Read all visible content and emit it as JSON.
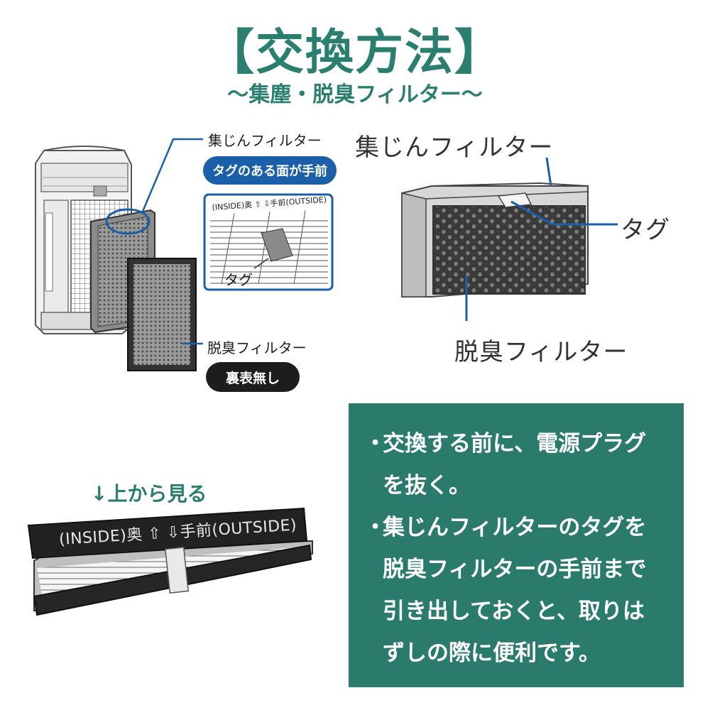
{
  "header": {
    "title": "【交換方法】",
    "subtitle": "〜集塵・脱臭フィルター〜"
  },
  "left_diagram": {
    "dust_filter_label": "集じんフィルター",
    "dust_filter_note": "タグのある面が手前",
    "detail_header": "(INSIDE)奥 ⇧ ⇩手前(OUTSIDE)",
    "detail_tag_label": "タグ",
    "deodor_filter_label": "脱臭フィルター",
    "deodor_filter_note": "裏表無し"
  },
  "right_diagram": {
    "dust_filter_label": "集じんフィルター",
    "tag_label": "タグ",
    "deodor_filter_label": "脱臭フィルター"
  },
  "top_view": {
    "label": "↓上から見る",
    "filter_text": "(INSIDE)奥 ⇧ ⇩手前(OUTSIDE)"
  },
  "notes": [
    {
      "bullet": "・",
      "lines": [
        "交換する前に、電源プラグ",
        "を抜く。"
      ]
    },
    {
      "bullet": "・",
      "lines": [
        "集じんフィルターのタグを",
        "脱臭フィルターの手前まで",
        "引き出しておくと、取りは",
        "ずしの際に便利です。"
      ]
    }
  ],
  "colors": {
    "accent": "#2a7f6f",
    "panel": "#2a7b6c",
    "pill_blue": "#1a5fa8",
    "pill_black": "#1d1d1d"
  }
}
